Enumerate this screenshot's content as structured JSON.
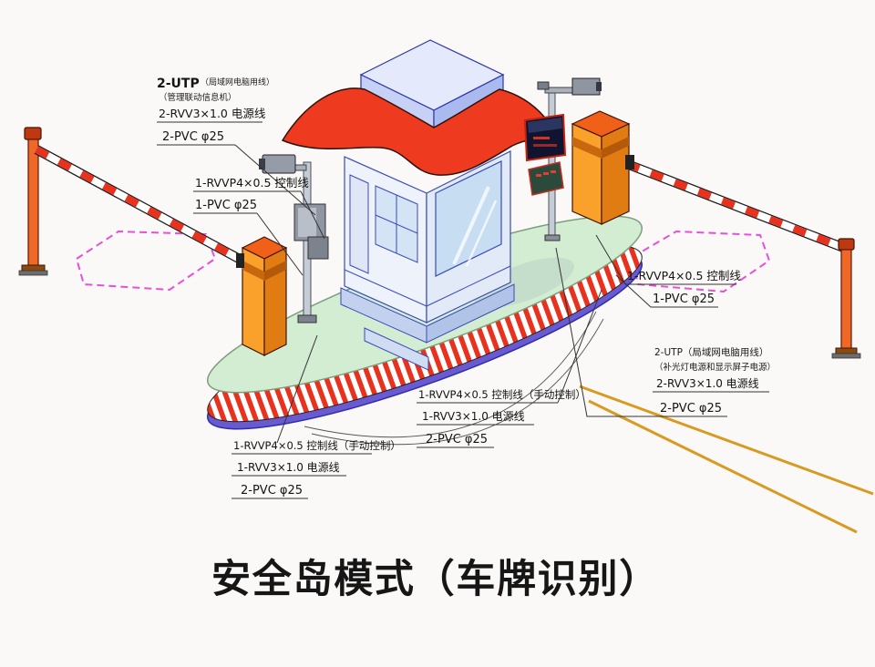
{
  "title": "安全岛模式（车牌识别）",
  "labels": {
    "top_left": {
      "l1": "2-UTP",
      "l1_note": "（局域网电脑用线）",
      "l2": "（管理联动信息机）",
      "l3": "2-RVV3×1.0 电源线",
      "l4": "2-PVC φ25"
    },
    "left_mid": {
      "l1": "1-RVVP4×0.5 控制线",
      "l2": "1-PVC φ25"
    },
    "left_bottom": {
      "l1": "1-RVVP4×0.5 控制线（手动控制）",
      "l2": "1-RVV3×1.0 电源线",
      "l3": "2-PVC φ25"
    },
    "center_bottom": {
      "l1": "1-RVVP4×0.5 控制线（手动控制）",
      "l2": "1-RVV3×1.0 电源线",
      "l3": "2-PVC φ25"
    },
    "right_mid": {
      "l1": "1-RVVP4×0.5 控制线",
      "l2": "1-PVC φ25"
    },
    "right_far": {
      "l1": "2-UTP（局域网电脑用线）",
      "l2": "（补光灯电源和显示屏子电源）",
      "l3": "2-RVV3×1.0 电源线",
      "l4": "2-PVC φ25"
    }
  },
  "colors": {
    "island_top": "#d2edd2",
    "stripe_red": "#e8321e",
    "island_rim": "#6a5ad0",
    "canopy_red": "#ee3a1e",
    "cabinet_orange": "#f9a12a",
    "cabinet_orange_dark": "#e07c12",
    "cube_lavender": "#c7d1f5",
    "zone_pink": "#e650d8",
    "curb_yellow": "#d89a20"
  }
}
